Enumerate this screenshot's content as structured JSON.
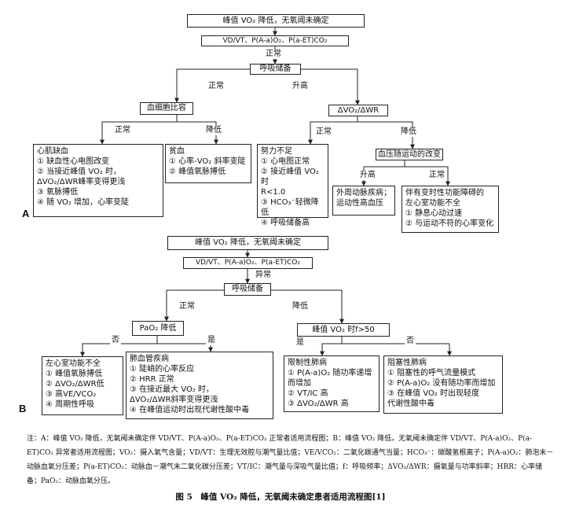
{
  "panel_a": {
    "label": "A",
    "nodes": {
      "root": "峰值 VO₂ 降低，无氧阈未确定",
      "vent": "VD/VT、P(A-a)O₂、P(a-ET)CO₂",
      "rr": "呼吸储备",
      "hct": "血细胞比容",
      "dvo2": "ΔVO₂/ΔWR",
      "cardiac": "心肌缺血\n① 缺血性心电图改变\n② 当接近峰值 VO₂ 时，\n   ΔVO₂/ΔWR峰率变得更浅\n③ 氧脉搏低\n④ 随 VO₂ 增加，心率变陡",
      "anemia": "贫血\n① 心率-VO₂ 斜率变陡\n② 峰值氧脉搏低",
      "effort": "努力不足\n① 心电图正常\n② 接近峰值 VO₂ 时\n   R<1.0\n③ HCO₃⁻轻微降低\n④ 呼吸储备高",
      "bp": "血压随运动的改变",
      "pad": "外周动脉疾病；\n运动性高血压",
      "chrono": "伴有变时性功能障碍的\n左心室功能不全\n① 静息心动过速\n② 与运动不符的心率变化"
    },
    "edges": {
      "normal1": "正常",
      "normal2": "正常",
      "high1": "升高",
      "normal3": "正常",
      "low1": "降低",
      "normal4": "正常",
      "low2": "降低",
      "high2": "升高",
      "normal5": "正常"
    }
  },
  "panel_b": {
    "label": "B",
    "nodes": {
      "root": "峰值 VO₂ 降低，无氧阈未确定",
      "vent": "VD/VT、P(A-a)O₂、P(a-ET)CO₂",
      "rr": "呼吸储备",
      "pao2": "PaO₂ 降低",
      "vo2f": "峰值 VO₂ 时f>50",
      "lv": "左心室功能不全\n① 峰值氧脉搏低\n② ΔVO₂/ΔWR低\n③ 高VE/VCO₂\n④ 周期性呼吸",
      "pvd": "肺血管疾病\n① 陡峭的心率反应\n② HRR 正常\n③ 在接近最大 VO₂ 时，\n   ΔVO₂/ΔWR斜率变得更浅\n④ 在峰值运动时出现代谢性酸中毒",
      "rld": "限制性肺病\n① P(A-a)O₂ 随功率递增\n   而增加\n② VT/IC 高\n③ ΔVO₂/ΔWR 高",
      "copd": "阻塞性肺病\n① 阻塞性的呼气流量模式\n② P(A-a)O₂ 没有随功率而增加\n③ 在峰值 VO₂ 时出现轻度\n   代谢性酸中毒"
    },
    "edges": {
      "abnormal": "异常",
      "normal1": "正常",
      "low1": "降低",
      "no1": "否",
      "yes1": "是",
      "yes2": "是",
      "no2": "否"
    }
  },
  "note": "注：A：峰值 VO₂ 降低，无氧阈未确定伴 VD/VT、P(A-a)O₂、P(a-ET)CO₂ 正常者适用流程图；B：峰值 VO₂ 降低，无氧阈未确定伴 VD/VT、P(A-a)O₂、P(a-ET)CO₂ 异常者适用流程图；VO₂：摄入氧气含量；VD/VT：生理无效腔与潮气量比值；VE/VCO₂：二氧化碳通气当量；HCO₃⁻：碳酸氢根离子；P(A-a)O₂：肺泡末－动脉血氧分压差；P(a-ET)CO₂：动脉血－潮气末二氧化碳分压差；VT/IC：潮气量与深吸气量比值；f：呼吸频率；ΔVO₂/ΔWR：摄氧量与功率斜率；HRR：心率储备；PaO₂：动脉血氧分压。",
  "caption": "图 5　峰值 VO₂ 降低，无氧阈未确定患者适用流程图[1]"
}
